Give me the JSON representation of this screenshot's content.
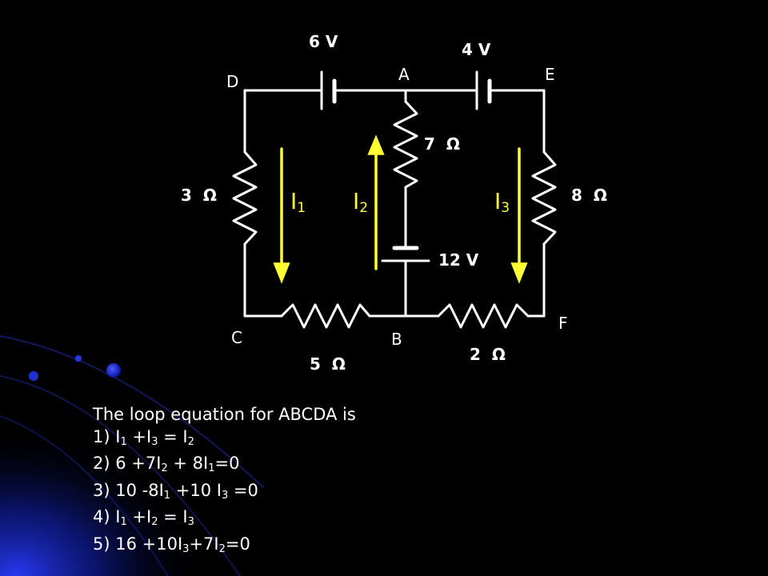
{
  "diagram": {
    "nodes": {
      "A": "A",
      "B": "B",
      "C": "C",
      "D": "D",
      "E": "E",
      "F": "F"
    },
    "sources": {
      "left": "6 V",
      "right": "4 V",
      "center": "12 V"
    },
    "resistors": {
      "left": "3",
      "center": "7",
      "right": "8",
      "bottom_left": "5",
      "bottom_right": "2"
    },
    "ohm_symbol": "Ω",
    "currents": {
      "i1": {
        "letter": "I",
        "sub": "1"
      },
      "i2": {
        "letter": "I",
        "sub": "2"
      },
      "i3": {
        "letter": "I",
        "sub": "3"
      }
    },
    "colors": {
      "wire": "#ffffff",
      "arrow": "#ffff33",
      "background": "#000000",
      "glow": "#1f2cff"
    }
  },
  "equations": {
    "heading": "The loop equation for ABCDA is",
    "items": [
      {
        "num": "1)",
        "parts": [
          "I",
          "1",
          " +I",
          "3",
          " = I",
          "2"
        ]
      },
      {
        "num": "2)",
        "parts": [
          "6 +7I",
          "2",
          " + 8I",
          "1",
          "=0"
        ]
      },
      {
        "num": "3)",
        "parts": [
          "10 -8I",
          "1",
          " +10 I",
          "3",
          " =0"
        ]
      },
      {
        "num": "4)",
        "parts": [
          "I",
          "1",
          " +I",
          "2",
          " = I",
          "3"
        ]
      },
      {
        "num": "5)",
        "parts": [
          "16 +10I",
          "3",
          "+7I",
          "2",
          "=0"
        ]
      }
    ]
  }
}
